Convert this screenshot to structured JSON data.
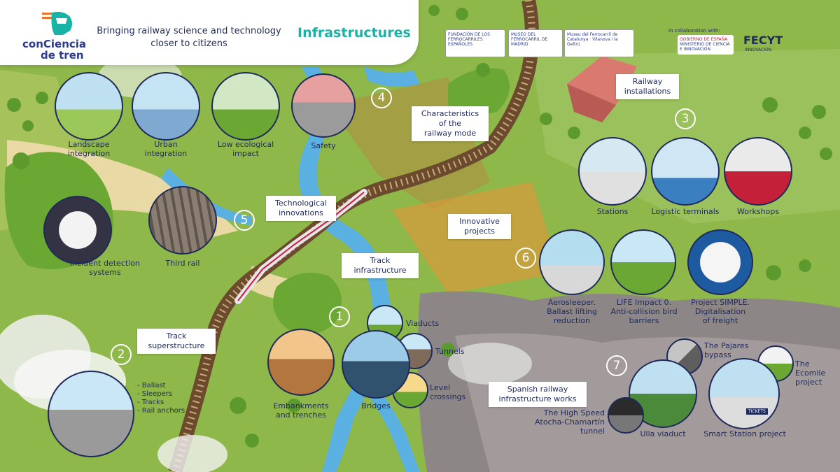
{
  "header": {
    "logo_line1": "conCiencia",
    "logo_line2": "de tren",
    "tagline_line1": "Bringing railway science and technology",
    "tagline_line2": "closer to citizens",
    "title": "Infrastructures"
  },
  "partners": {
    "ffe": "FUNDACIÓN DE LOS FERROCARRILES ESPAÑOLES",
    "museo_madrid": "MUSEO DEL FERROCARRIL DE MADRID",
    "museo_cat": "Museu del Ferrocarril de Catalunya · Vilanova i la Geltrú",
    "collab": "In collaboration with:",
    "gobierno": "GOBIERNO DE ESPAÑA",
    "ministerio": "MINISTERIO DE CIENCIA E INNOVACIÓN",
    "fecyt": "FECYT",
    "fecyt_sub": "INNOVACIÓN"
  },
  "sections": {
    "s1": {
      "num": "1",
      "title_l1": "Track",
      "title_l2": "infrastructure"
    },
    "s2": {
      "num": "2",
      "title_l1": "Track",
      "title_l2": "superstructure"
    },
    "s3": {
      "num": "3",
      "title_l1": "Railway",
      "title_l2": "installations"
    },
    "s4": {
      "num": "4",
      "title_l1": "Characteristics",
      "title_l2": "of the",
      "title_l3": "railway mode"
    },
    "s5": {
      "num": "5",
      "title_l1": "Technological",
      "title_l2": "innovations"
    },
    "s6": {
      "num": "6",
      "title_l1": "Innovative",
      "title_l2": "projects"
    },
    "s7": {
      "num": "7",
      "title_l1": "Spanish railway",
      "title_l2": "infrastructure works"
    }
  },
  "items": {
    "landscape": [
      "Landscape",
      "integration"
    ],
    "urban": [
      "Urban",
      "integration"
    ],
    "ecological": [
      "Low ecological",
      "impact"
    ],
    "safety": "Safety",
    "incident": [
      "Incident detection",
      "systems"
    ],
    "third_rail": "Third rail",
    "stations": "Stations",
    "logistic": "Logistic terminals",
    "workshops": "Workshops",
    "aerosleeper": [
      "Aerosleeper.",
      "Ballast lifting",
      "reduction"
    ],
    "life": [
      "LIFE Impact 0.",
      "Anti-collision bird",
      "barriers"
    ],
    "simple": [
      "Project SIMPLE.",
      "Digitalisation",
      "of freight"
    ],
    "viaducts": "Viaducts",
    "tunnels": "Tunnels",
    "level": [
      "Level",
      "crossings"
    ],
    "bridges": "Bridges",
    "embankments": [
      "Embankments",
      "and trenches"
    ],
    "superstructure_list": [
      "- Ballast",
      "- Sleepers",
      "- Tracks",
      "- Rail anchors"
    ],
    "pajares": [
      "The Pajares",
      "bypass"
    ],
    "ecomile": [
      "The Ecomile",
      "project"
    ],
    "atocha": [
      "The High Speed",
      "Atocha-Chamartín tunnel"
    ],
    "ulla": "Ulla viaduct",
    "smart": "Smart Station project",
    "tickets": "TICKETS"
  },
  "colors": {
    "grass": "#8fb84a",
    "river": "#5ab0e0",
    "track": "#6b4a2e",
    "navy": "#1f2a5a",
    "teal": "#19b2a6"
  }
}
